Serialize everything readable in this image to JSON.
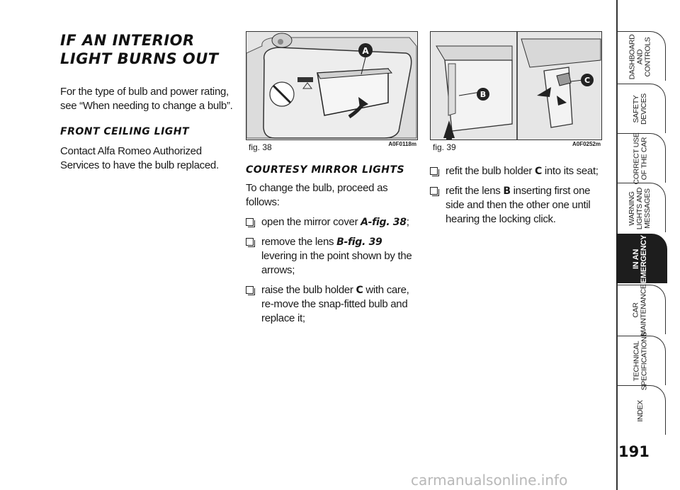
{
  "main": {
    "title_line1": "IF AN INTERIOR",
    "title_line2": "LIGHT BURNS OUT",
    "intro": "For the type of bulb and power rating, see “When needing to change a bulb”.",
    "front_heading": "FRONT CEILING LIGHT",
    "front_text": "Contact Alfa Romeo Authorized Services to have the bulb replaced."
  },
  "fig38": {
    "number": "fig. 38",
    "code": "A0F0118m",
    "callout": "A"
  },
  "fig39": {
    "number": "fig. 39",
    "code": "A0F0252m",
    "callout_b": "B",
    "callout_c": "C"
  },
  "courtesy": {
    "heading": "COURTESY MIRROR LIGHTS",
    "intro": "To change the bulb, proceed as follows:",
    "step1_pre": "open the mirror cover ",
    "step1_ref": "A-fig. 38",
    "step1_post": ";",
    "step2_pre": "remove the lens ",
    "step2_ref": "B-fig. 39",
    "step2_post": " levering in the point shown by the arrows;",
    "step3_pre": "raise the bulb holder ",
    "step3_ref": "C",
    "step3_post": " with care, re-move the snap-fitted bulb and replace it;",
    "step4_pre": "refit the bulb holder ",
    "step4_ref": "C",
    "step4_post": " into its seat;",
    "step5_pre": "refit the lens ",
    "step5_ref": "B",
    "step5_post": " inserting first one side and then the other one until hearing the locking click."
  },
  "nav": {
    "tabs": [
      {
        "label": "DASHBOARD\nAND\nCONTROLS"
      },
      {
        "label": "SAFETY\nDEVICES"
      },
      {
        "label": "CORRECT USE\nOF THE CAR"
      },
      {
        "label": "WARNING\nLIGHTS AND\nMESSAGES"
      },
      {
        "label": "IN AN\nEMERGENCY"
      },
      {
        "label": "CAR\nMAINTENANCE"
      },
      {
        "label": "TECHNICAL\nSPECIFICATIONS"
      },
      {
        "label": "INDEX"
      }
    ],
    "active_index": 4
  },
  "page_number": "191",
  "watermark": "carmanualsonline.info",
  "colors": {
    "active_tab": "#1d1d1d",
    "figure_bg": "#e8e8e8"
  }
}
